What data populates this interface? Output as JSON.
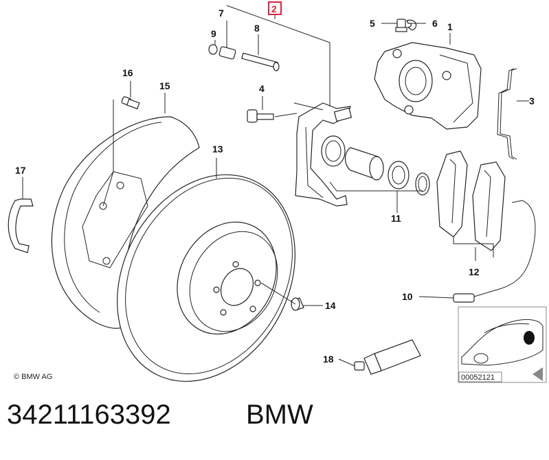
{
  "callouts": {
    "c1": "1",
    "c2": "2",
    "c3": "3",
    "c4": "4",
    "c5": "5",
    "c6": "6",
    "c7": "7",
    "c8": "8",
    "c9": "9",
    "c10": "10",
    "c11": "11",
    "c12": "12",
    "c13": "13",
    "c14": "14",
    "c15": "15",
    "c16": "16",
    "c17": "17",
    "c18": "18"
  },
  "highlighted_callout": "2",
  "highlight_color": "#e0203a",
  "copyright": "© BMW AG",
  "inset_code": "00052121",
  "footer": {
    "part_number": "34211163392",
    "brand": "BMW"
  }
}
